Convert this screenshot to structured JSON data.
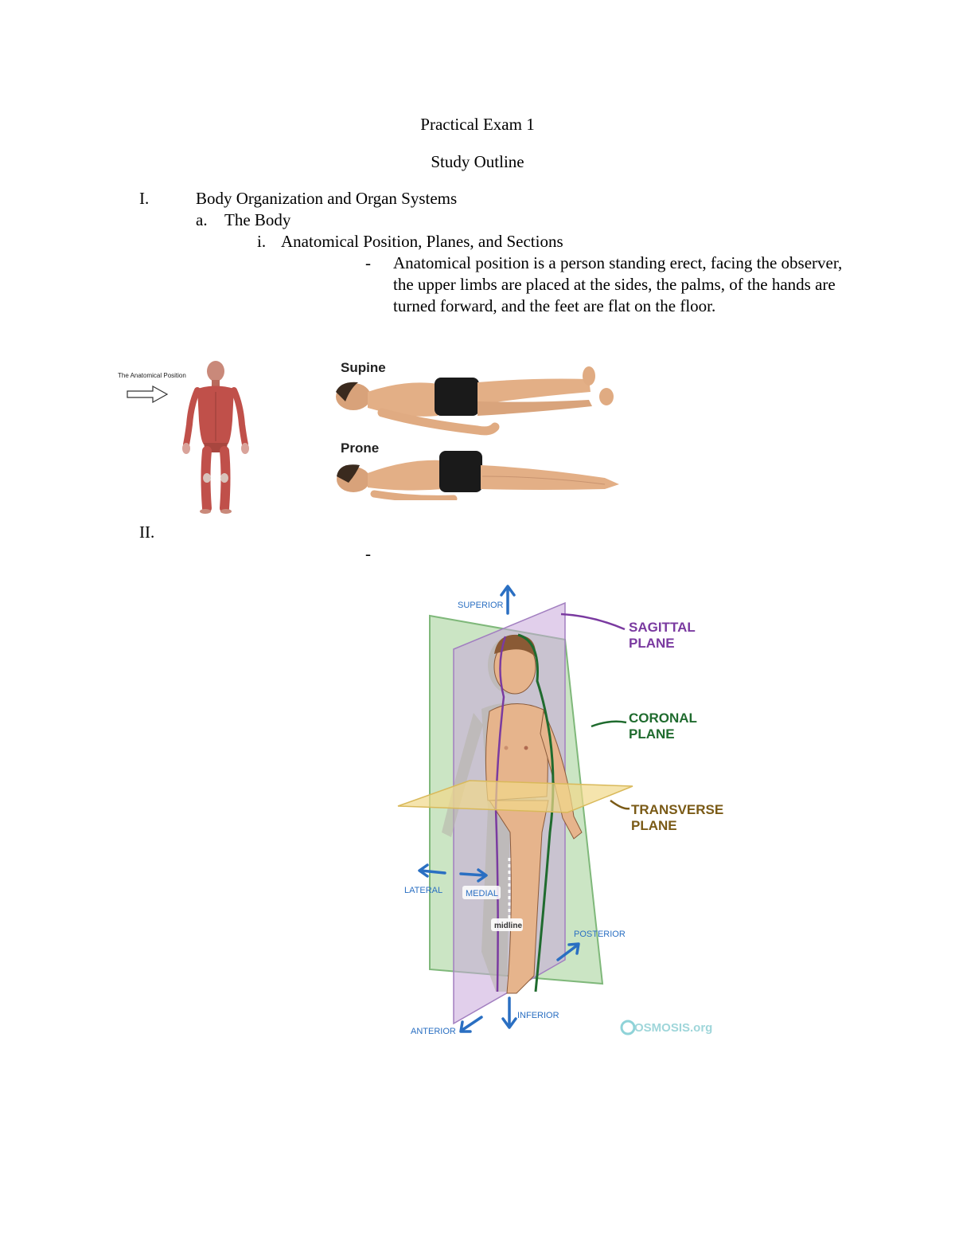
{
  "document": {
    "title": "Practical Exam 1",
    "subtitle": "Study Outline"
  },
  "outline": {
    "section1_marker": "I.",
    "section1_title": "Body Organization and Organ Systems",
    "sub_a_marker": "a.",
    "sub_a_title": "The Body",
    "sub_i_marker": "i.",
    "sub_i_title": "Anatomical Position, Planes, and Sections",
    "bullet_marker": "-",
    "bullet_text": "Anatomical position is a person standing erect, facing the observer, the upper limbs are placed at the sides, the palms, of the hands are turned forward, and the feet are flat on the floor.",
    "section2_marker": "II.",
    "bullet2_marker": "-"
  },
  "figure_anatomical": {
    "caption": "The Anatomical Position"
  },
  "figure_positions": {
    "supine_label": "Supine",
    "prone_label": "Prone"
  },
  "figure_planes": {
    "superior": "SUPERIOR",
    "inferior": "INFERIOR",
    "sagittal_line1": "SAGITTAL",
    "sagittal_line2": "PLANE",
    "coronal_line1": "CORONAL",
    "coronal_line2": "PLANE",
    "transverse_line1": "TRANSVERSE",
    "transverse_line2": "PLANE",
    "lateral": "LATERAL",
    "medial": "MEDIAL",
    "midline": "midline",
    "posterior": "POSTERIOR",
    "anterior": "ANTERIOR",
    "watermark": "OSMOSIS.org"
  },
  "colors": {
    "sagittal": "#7a3aa0",
    "coronal": "#1f6b2e",
    "transverse": "#7a5a16",
    "direction_blue": "#2a6fc2",
    "skin": "#e6b48c",
    "muscle": "#c0504a"
  }
}
